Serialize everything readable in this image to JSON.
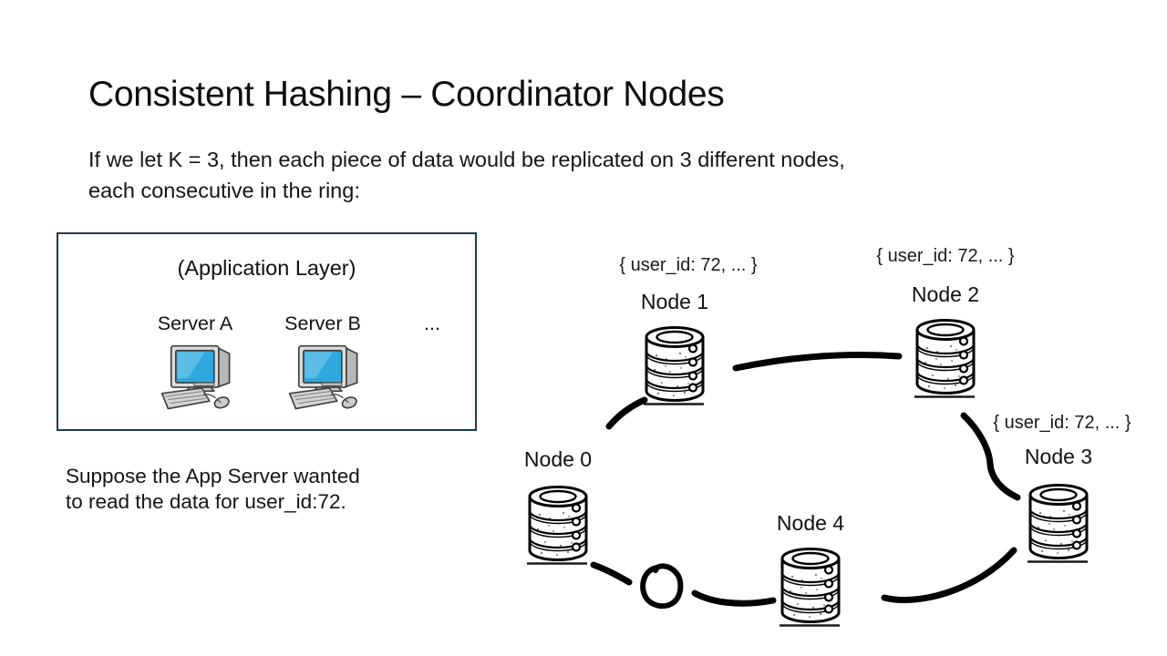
{
  "slide": {
    "title": "Consistent Hashing – Coordinator Nodes",
    "intro_lines": [
      "If we let K = 3, then each piece of data would be replicated on 3 different nodes,",
      "each consecutive in the ring:"
    ],
    "note_lines": [
      "Suppose the App Server wanted",
      "to read the data for user_id:72."
    ]
  },
  "app_box": {
    "heading": "(Application Layer)",
    "servers": [
      {
        "label": "Server A"
      },
      {
        "label": "Server B"
      }
    ],
    "more_label": "...",
    "border_color": "#1f3a4d"
  },
  "ring": {
    "data_record": "{ user_id: 72, ... }",
    "stroke_color": "#000000",
    "nodes": [
      {
        "id": "node-0",
        "label": "Node 0",
        "has_data": false
      },
      {
        "id": "node-1",
        "label": "Node 1",
        "has_data": true
      },
      {
        "id": "node-2",
        "label": "Node 2",
        "has_data": true
      },
      {
        "id": "node-3",
        "label": "Node 3",
        "has_data": true
      },
      {
        "id": "node-4",
        "label": "Node 4",
        "has_data": false
      }
    ]
  },
  "colors": {
    "screen_blue": "#31a8dd",
    "pc_gray": "#dcdcdc"
  }
}
